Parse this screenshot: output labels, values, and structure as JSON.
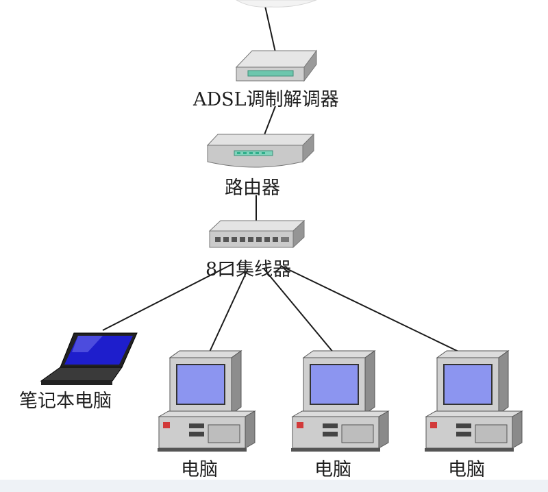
{
  "labels": {
    "modem": "ADSL调制解调器",
    "router": "路由器",
    "hub": "8口集线器",
    "laptop": "笔记本电脑",
    "pc1": "电脑",
    "pc2": "电脑",
    "pc3": "电脑"
  },
  "colors": {
    "line": "#1a1a1a",
    "device_body": "#c8c8c8",
    "device_shadow": "#8c8c8c",
    "led": "#2fae8a",
    "screen": "#8c95f0",
    "laptop_screen": "#1e1ecc",
    "pc_badge": "#d23a3a",
    "bottom_strip": "#eef2f6"
  }
}
